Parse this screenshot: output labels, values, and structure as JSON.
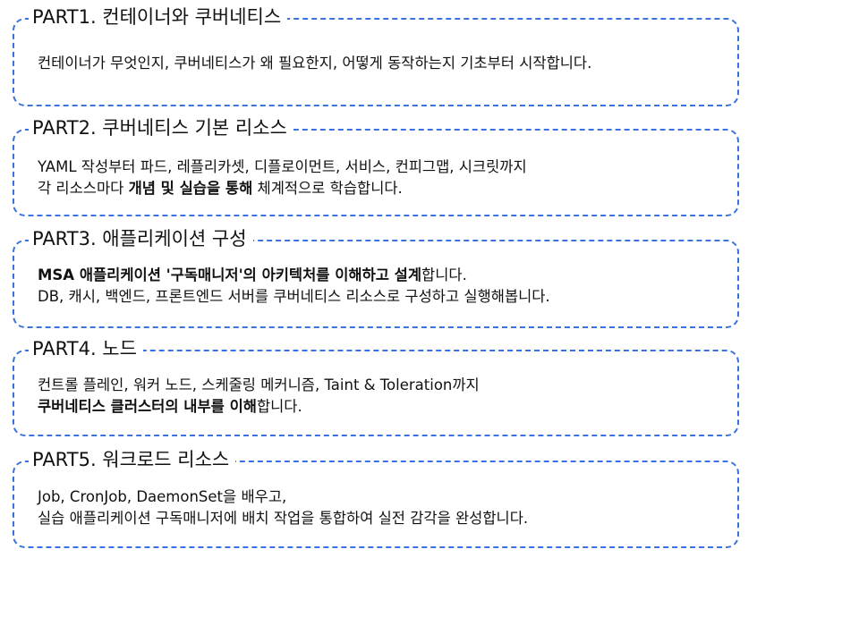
{
  "sections": [
    {
      "title": "PART1. 컨테이너와 쿠버네티스",
      "lines": [
        [
          {
            "text": "컨테이너가 무엇인지, 쿠버네티스가 왜 필요한지, 어떻게 동작하는지 기초부터 시작합니다.",
            "bold": false
          }
        ]
      ]
    },
    {
      "title": "PART2. 쿠버네티스 기본 리소스",
      "lines": [
        [
          {
            "text": "YAML 작성부터 파드, 레플리카셋, 디플로이먼트, 서비스, 컨피그맵, 시크릿까지",
            "bold": false
          }
        ],
        [
          {
            "text": "각 리소스마다 ",
            "bold": false
          },
          {
            "text": "개념 및 실습을 통해",
            "bold": true
          },
          {
            "text": " 체계적으로 학습합니다.",
            "bold": false
          }
        ]
      ]
    },
    {
      "title": "PART3. 애플리케이션 구성",
      "lines": [
        [
          {
            "text": "MSA 애플리케이션 '구독매니저'의 아키텍처를 이해하고 설계",
            "bold": true
          },
          {
            "text": "합니다.",
            "bold": false
          }
        ],
        [
          {
            "text": "DB, 캐시, 백엔드, 프론트엔드 서버를 쿠버네티스 리소스로 구성하고 실행해봅니다.",
            "bold": false
          }
        ]
      ]
    },
    {
      "title": "PART4. 노드",
      "lines": [
        [
          {
            "text": "컨트롤 플레인, 워커 노드, 스케줄링 메커니즘, Taint & Toleration까지",
            "bold": false
          }
        ],
        [
          {
            "text": "쿠버네티스 클러스터의 내부를 이해",
            "bold": true
          },
          {
            "text": "합니다.",
            "bold": false
          }
        ]
      ]
    },
    {
      "title": "PART5. 워크로드 리소스",
      "lines": [
        [
          {
            "text": "Job, CronJob, DaemonSet을 배우고,",
            "bold": false
          }
        ],
        [
          {
            "text": "실습 애플리케이션 구독매니저에 배치 작업을 통합하여 실전 감각을 완성합니다.",
            "bold": false
          }
        ]
      ]
    }
  ],
  "colors": {
    "border": "#3a73e0",
    "text": "#111111",
    "background": "#ffffff"
  }
}
